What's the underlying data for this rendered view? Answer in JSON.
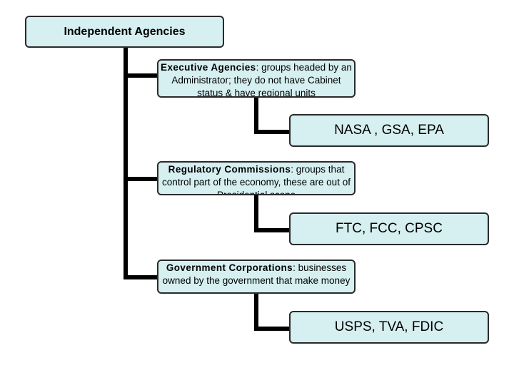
{
  "diagram": {
    "root": {
      "label": "Independent Agencies"
    },
    "branches": [
      {
        "category_label": "Executive Agencies",
        "separator": ":",
        "description": "  groups headed by an Administrator; they do not have Cabinet status & have regional units",
        "examples": "NASA , GSA, EPA"
      },
      {
        "category_label": "Regulatory Commissions",
        "separator": ":",
        "description": "  groups that control part of the economy, these are out of Presidential scope",
        "examples": "FTC, FCC, CPSC"
      },
      {
        "category_label": "Government Corporations",
        "separator": ":",
        "description": " businesses owned by the government that make money",
        "examples": "USPS, TVA, FDIC"
      }
    ]
  }
}
